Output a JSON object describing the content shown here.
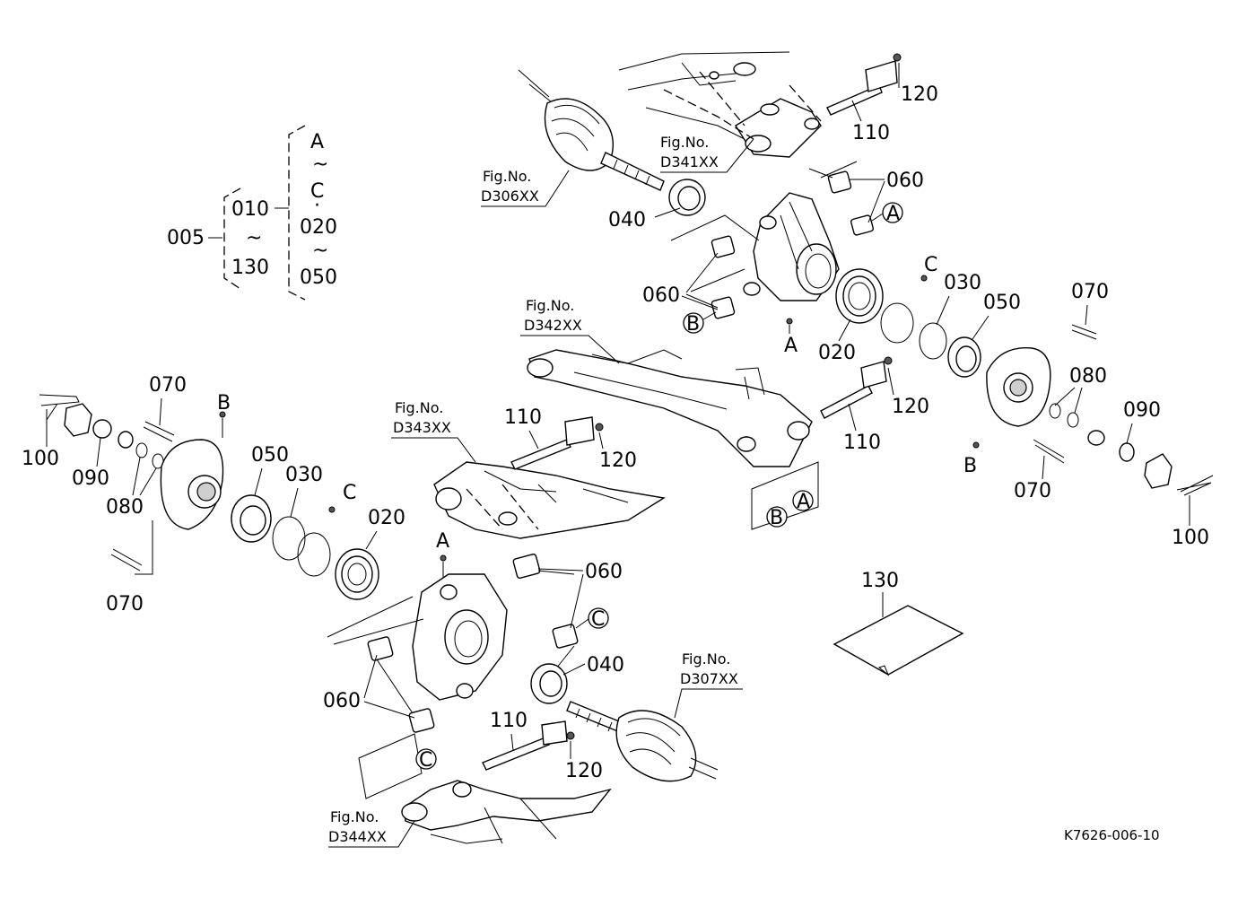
{
  "legend": {
    "root": "005",
    "level1_top": "010",
    "level1_tilde": "~",
    "level1_bottom": "130",
    "level2_a": "A",
    "level2_tilde1": "~",
    "level2_c": "C",
    "level2_dot": "·",
    "level2_020": "020",
    "level2_tilde2": "~",
    "level2_050": "050"
  },
  "fig_refs": [
    {
      "id": "d306",
      "line1": "Fig.No.",
      "line2": "D306XX"
    },
    {
      "id": "d341",
      "line1": "Fig.No.",
      "line2": "D341XX"
    },
    {
      "id": "d342",
      "line1": "Fig.No.",
      "line2": "D342XX"
    },
    {
      "id": "d343",
      "line1": "Fig.No.",
      "line2": "D343XX"
    },
    {
      "id": "d307",
      "line1": "Fig.No.",
      "line2": "D307XX"
    },
    {
      "id": "d344",
      "line1": "Fig.No.",
      "line2": "D344XX"
    }
  ],
  "callouts": {
    "p120_tr": "120",
    "p110_tr": "110",
    "p060_tr": "060",
    "p040_tr": "040",
    "p060_ml": "060",
    "p020_r": "020",
    "p030_r": "030",
    "p050_r": "050",
    "p070_r1": "070",
    "p080_r": "080",
    "p090_r": "090",
    "p070_r2": "070",
    "p100_r": "100",
    "p110_m": "110",
    "p120_m": "120",
    "p070_l1": "070",
    "p100_l": "100",
    "p090_l": "090",
    "p080_l": "080",
    "p070_l2": "070",
    "p050_l": "050",
    "p030_l": "030",
    "p020_l": "020",
    "p110_l": "110",
    "p120_l": "120",
    "p060_l1": "060",
    "p040_l": "040",
    "p060_l2": "060",
    "p110_b": "110",
    "p120_b": "120",
    "p130": "130"
  },
  "markers": {
    "A_top": "A",
    "B_top": "B",
    "C_top": "C",
    "B_right": "B",
    "A_mid": "A",
    "B_mid": "B",
    "B_left": "B",
    "C_left": "C",
    "A_left": "A",
    "C_mid": "C",
    "C_bottom": "C"
  },
  "drawing_code": "K7626-006-10"
}
